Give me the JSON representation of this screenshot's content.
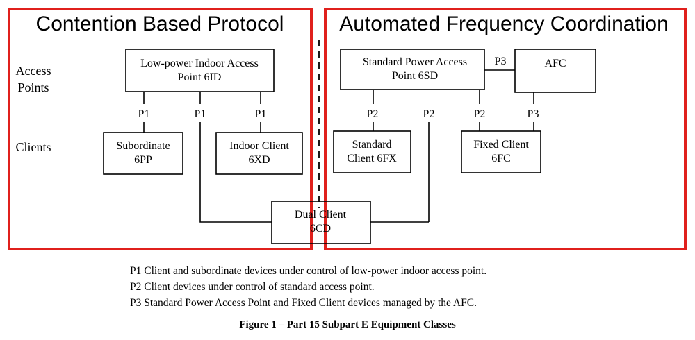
{
  "regions": {
    "left_title": "Contention Based Protocol",
    "right_title": "Automated Frequency Coordination",
    "outline_color": "#e0201c"
  },
  "row_labels": {
    "access_points": [
      "Access",
      "Points"
    ],
    "clients": "Clients"
  },
  "nodes": {
    "low_power_ap": [
      "Low-power Indoor Access",
      "Point 6ID"
    ],
    "standard_ap": [
      "Standard Power Access",
      "Point 6SD"
    ],
    "afc": "AFC",
    "subordinate": [
      "Subordinate",
      "6PP"
    ],
    "indoor_client": [
      "Indoor Client",
      "6XD"
    ],
    "standard_client": [
      "Standard",
      "Client 6FX"
    ],
    "fixed_client": [
      "Fixed Client",
      "6FC"
    ],
    "dual_client": [
      "Dual Client",
      "6CD"
    ]
  },
  "links": {
    "p1": "P1",
    "p2": "P2",
    "p3": "P3"
  },
  "legend": [
    "P1 Client and subordinate devices under control of low-power indoor access point.",
    "P2 Client devices under control of standard access point.",
    "P3 Standard Power Access Point and Fixed Client devices managed by the AFC."
  ],
  "caption": "Figure 1 – Part 15 Subpart E Equipment Classes"
}
